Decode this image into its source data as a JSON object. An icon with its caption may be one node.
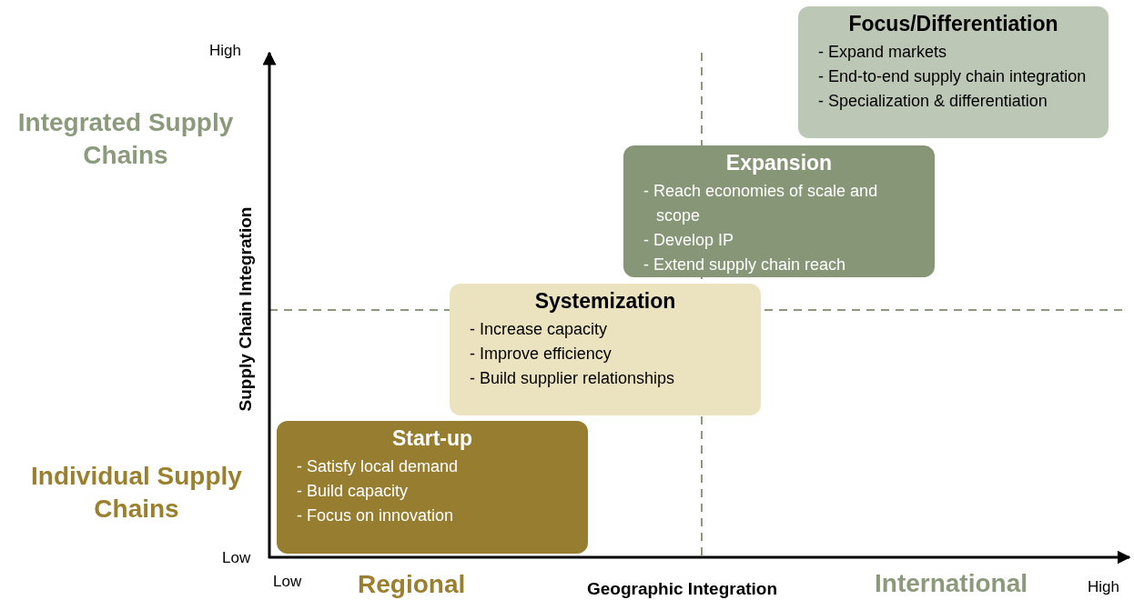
{
  "diagram": {
    "nodes": [
      {
        "text": [
          "Focus/Differentiation",
          "- Expand markets",
          "- End-to-end supply chain integration",
          "- Specialization & differentiation"
        ]
      },
      {
        "text": [
          "Expansion",
          "- Reach economies of scale and scope",
          "- Develop IP",
          "- Extend supply chain reach"
        ]
      },
      {
        "text": [
          "Systemization",
          "- Increase capacity",
          "- Improve efficiency",
          "- Build supplier relationships"
        ]
      },
      {
        "text": [
          "Start-up",
          "- Satisfy local demand",
          "- Build capacity",
          "- Focus on innovation"
        ]
      }
    ],
    "labels": [
      "High",
      "Integrated Supply Chains",
      "Supply Chain Integration",
      "Individual Supply Chains",
      "Low",
      "Low",
      "Regional",
      "Geographic Integration",
      "International",
      "High"
    ]
  }
}
